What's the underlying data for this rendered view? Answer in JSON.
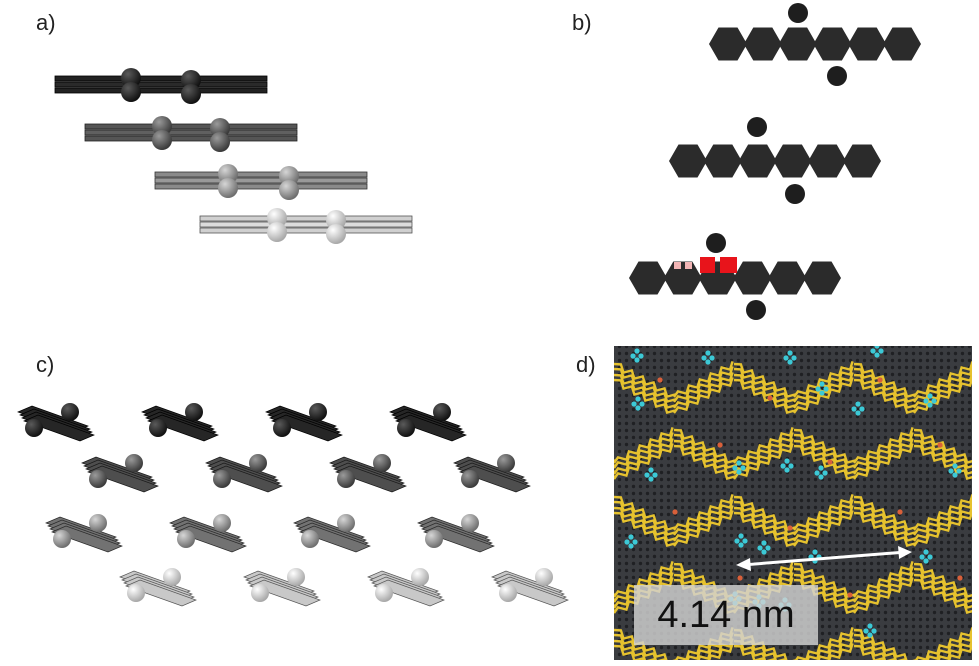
{
  "panels": {
    "a": "a)",
    "b": "b)",
    "c": "c)",
    "d": "d)"
  },
  "scale_bar": {
    "label": "4.14 nm"
  },
  "colors": {
    "hexagon": "#2b2b2b",
    "atom_dark": "#1e1e1e",
    "highlight": "#e8141b",
    "map_background": "#3a3c40",
    "lamella": "#e6c22e",
    "defect": "#3cc9d6",
    "node": "#d9603a"
  }
}
